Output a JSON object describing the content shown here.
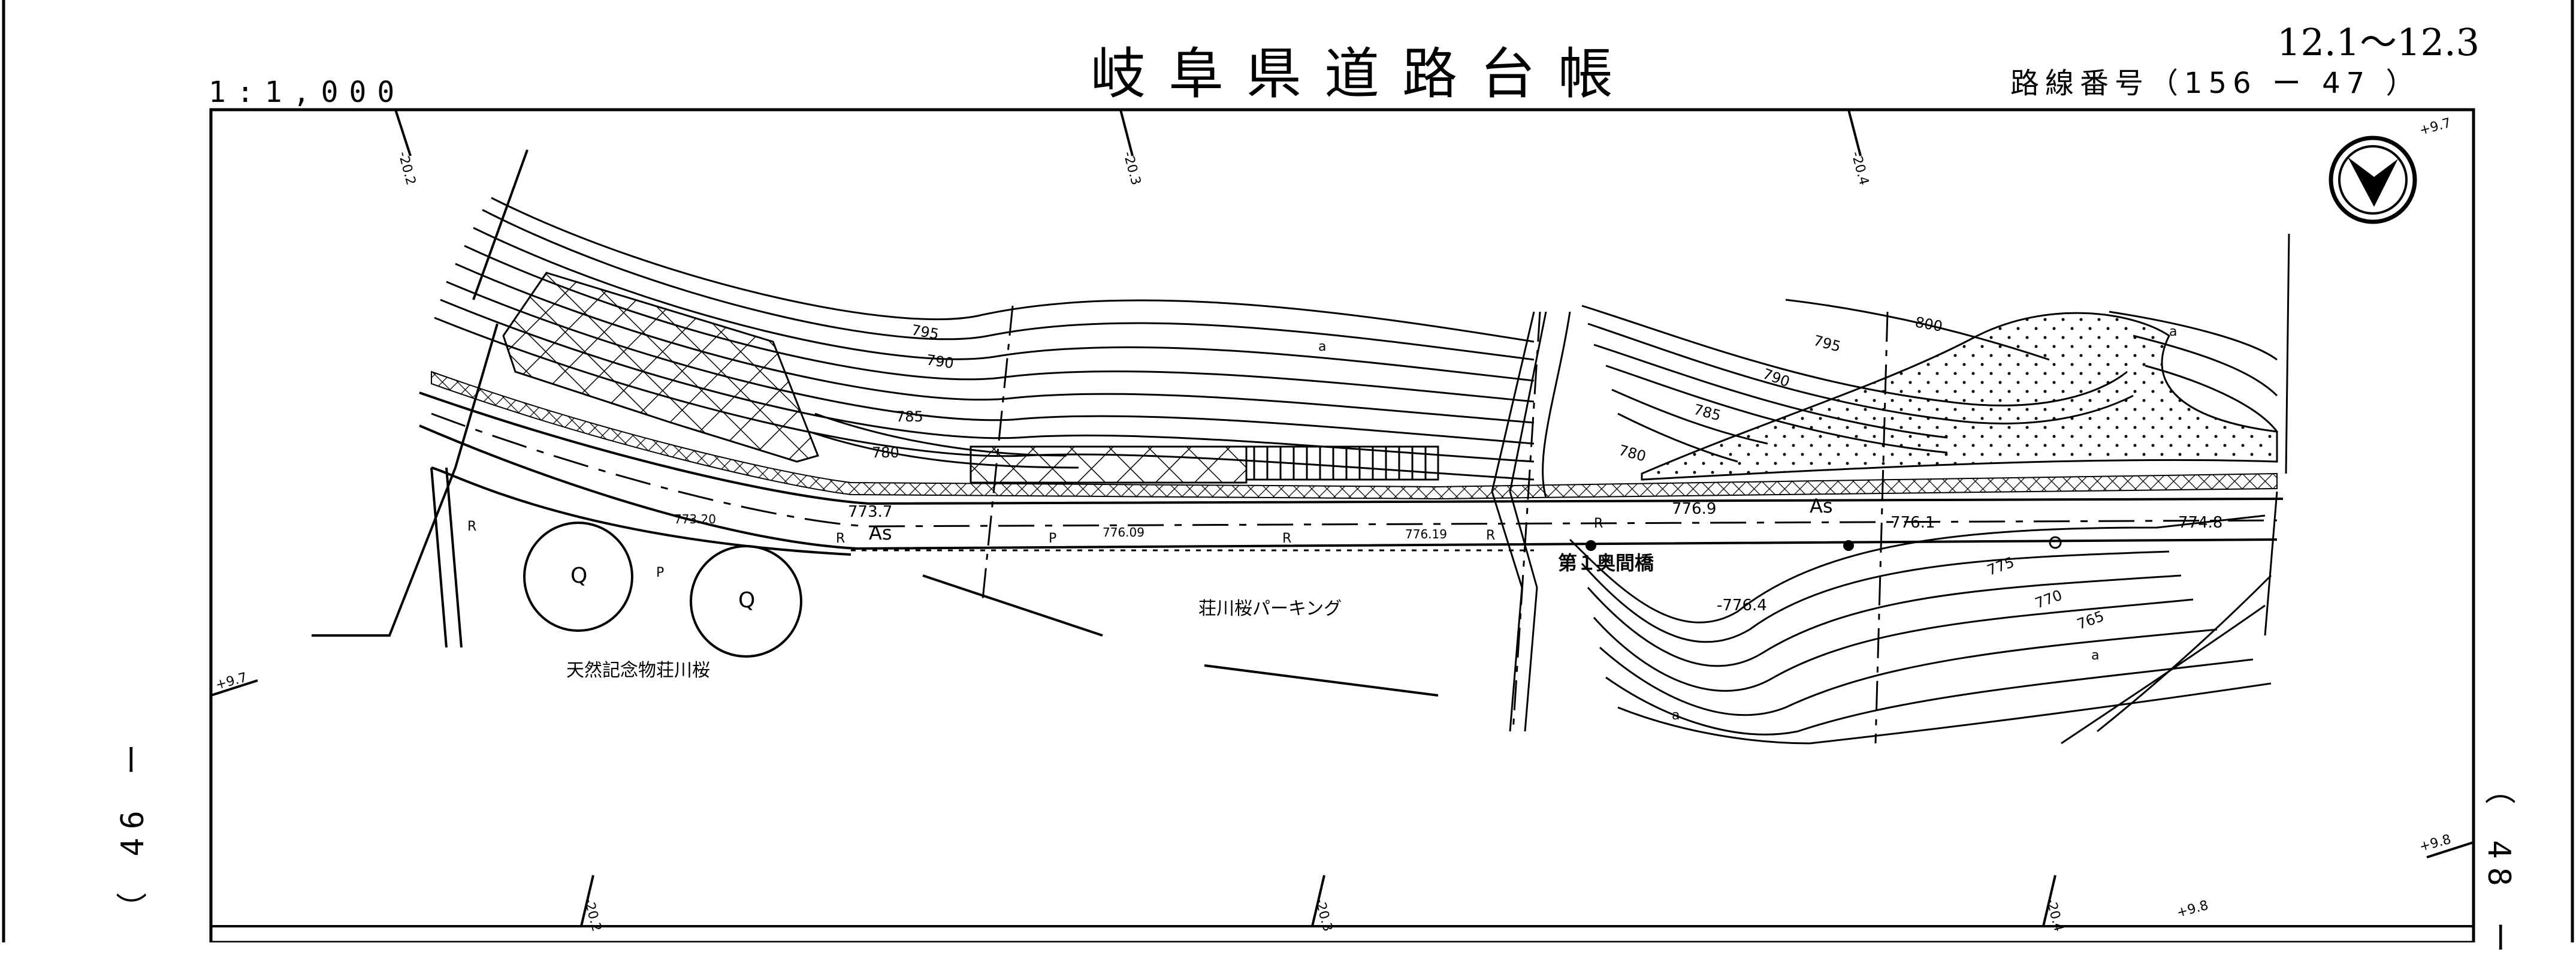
{
  "header": {
    "title": "岐阜県道路台帳",
    "scale": "1:1,000",
    "sheet_range": "12.1〜12.3",
    "route_number": "路線番号（156 ー 47 ）"
  },
  "margins": {
    "left_sheet_ref": "（ 46 ー",
    "right_sheet_ref": "（ 48 ー"
  },
  "map": {
    "place_labels": {
      "natural_monument": "天然記念物荘川桜",
      "parking": "荘川桜パーキング",
      "bridge": "第１奥間橋"
    },
    "road_class_labels": [
      "As",
      "As"
    ],
    "elevation_labels": [
      "773.7",
      "776.9",
      "776.1",
      "774.8",
      "-776.4",
      "773.20",
      "776.09",
      "776.19"
    ],
    "contour_labels": [
      "795",
      "790",
      "785",
      "780",
      "800",
      "795",
      "790",
      "785",
      "780",
      "775",
      "770",
      "765"
    ],
    "grid_labels_top": [
      "-20.2",
      "-20.3",
      "-20.4",
      "+9.7"
    ],
    "grid_labels_bottom": [
      "-20.2",
      "-20.3",
      "-20.4",
      "+9.8"
    ],
    "grid_labels_side": [
      "+9.7",
      "+9.8"
    ],
    "tree_symbols": [
      "Q",
      "Q"
    ],
    "misc_marks": [
      "P",
      "P",
      "R",
      "R",
      "R",
      "R",
      "R",
      "a",
      "a",
      "a",
      "a"
    ]
  }
}
